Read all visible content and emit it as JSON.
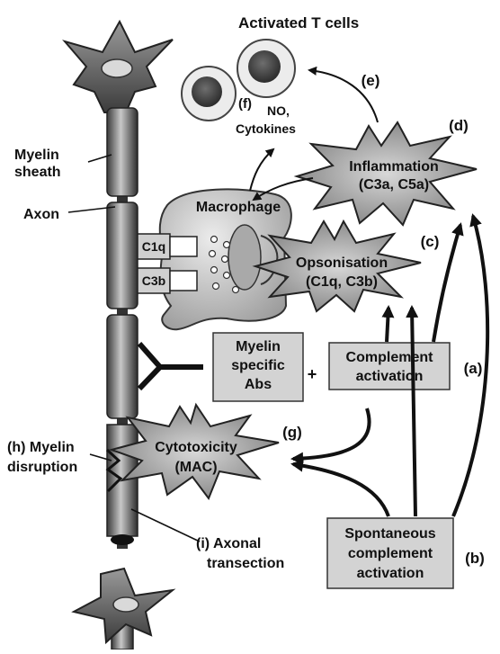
{
  "labels": {
    "activated_t_cells": "Activated T cells",
    "myelin_sheath_1": "Myelin",
    "myelin_sheath_2": "sheath",
    "axon": "Axon",
    "macrophage": "Macrophage",
    "c1q": "C1q",
    "c3b": "C3b",
    "f_tag": "(f)",
    "f_line1": "NO,",
    "f_line2": "Cytokines",
    "e_tag": "(e)",
    "d_tag": "(d)",
    "inflammation_1": "Inflammation",
    "inflammation_2": "(C3a, C5a)",
    "c_tag": "(c)",
    "opsonisation_1": "Opsonisation",
    "opsonisation_2": "(C1q, C3b)",
    "abs_1": "Myelin",
    "abs_2": "specific",
    "abs_3": "Abs",
    "plus": "+",
    "complement_1": "Complement",
    "complement_2": "activation",
    "a_tag": "(a)",
    "g_tag": "(g)",
    "cytotoxicity_1": "Cytotoxicity",
    "cytotoxicity_2": "(MAC)",
    "h_1": "(h) Myelin",
    "h_2": "disruption",
    "i_1": "(i) Axonal",
    "i_2": "transection",
    "spont_1": "Spontaneous",
    "spont_2": "complement",
    "spont_3": "activation",
    "b_tag": "(b)"
  }
}
